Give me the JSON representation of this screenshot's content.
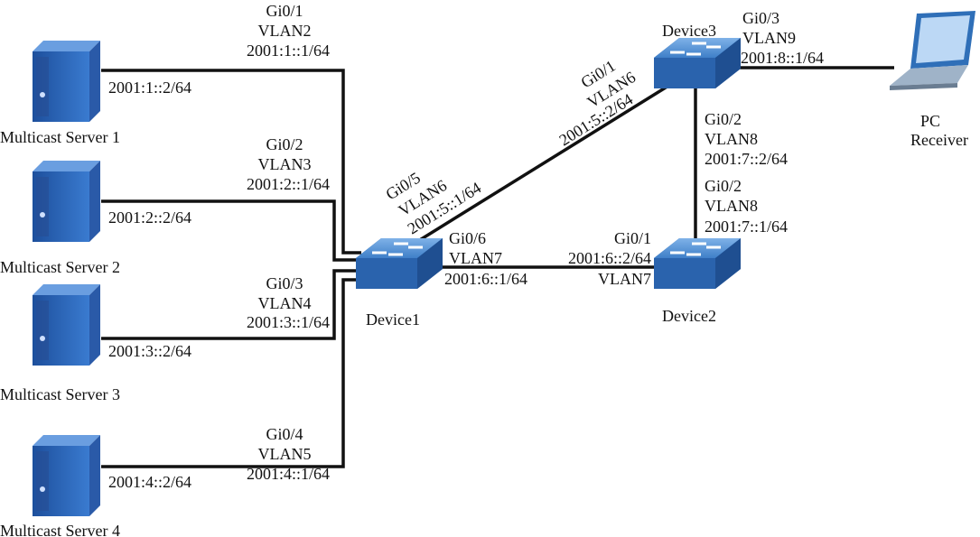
{
  "servers": [
    {
      "name": "Multicast Server 1",
      "ip": "2001:1::2/64",
      "port": "Gi0/1",
      "vlan": "VLAN2",
      "gw": "2001:1::1/64"
    },
    {
      "name": "Multicast Server 2",
      "ip": "2001:2::2/64",
      "port": "Gi0/2",
      "vlan": "VLAN3",
      "gw": "2001:2::1/64"
    },
    {
      "name": "Multicast Server 3",
      "ip": "2001:3::2/64",
      "port": "Gi0/3",
      "vlan": "VLAN4",
      "gw": "2001:3::1/64"
    },
    {
      "name": "Multicast Server 4",
      "ip": "2001:4::2/64",
      "port": "Gi0/4",
      "vlan": "VLAN5",
      "gw": "2001:4::1/64"
    }
  ],
  "device1": {
    "name": "Device1",
    "to_device3": {
      "port": "Gi0/5",
      "vlan": "VLAN6",
      "ip": "2001:5::1/64"
    },
    "to_device2": {
      "port": "Gi0/6",
      "vlan": "VLAN7",
      "ip": "2001:6::1/64"
    }
  },
  "device2": {
    "name": "Device2",
    "to_device1": {
      "port": "Gi0/1",
      "ip": "2001:6::2/64",
      "vlan": "VLAN7"
    },
    "to_device3": {
      "port": "Gi0/2",
      "vlan": "VLAN8",
      "ip": "2001:7::1/64"
    }
  },
  "device3": {
    "name": "Device3",
    "to_device1": {
      "port": "Gi0/1",
      "vlan": "VLAN6",
      "ip": "2001:5::2/64"
    },
    "to_device2": {
      "port": "Gi0/2",
      "vlan": "VLAN8",
      "ip": "2001:7::2/64"
    },
    "to_pc": {
      "port": "Gi0/3",
      "vlan": "VLAN9",
      "ip": "2001:8::1/64"
    }
  },
  "pc": {
    "line1": "PC",
    "line2": "Receiver"
  },
  "colors": {
    "device_blue": "#2f6fb8",
    "link": "#111111"
  }
}
